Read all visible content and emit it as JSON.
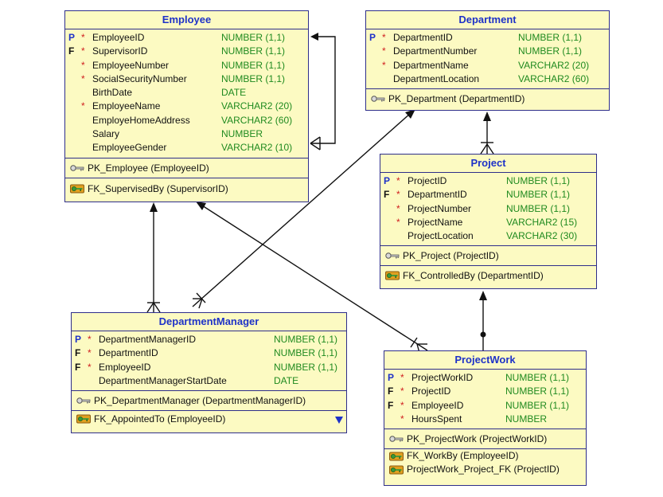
{
  "entities": {
    "employee": {
      "title": "Employee",
      "columns": [
        {
          "flag": "P",
          "star": "*",
          "name": "EmployeeID",
          "type": "NUMBER (1,1)"
        },
        {
          "flag": "F",
          "star": "*",
          "name": "SupervisorID",
          "type": "NUMBER (1,1)"
        },
        {
          "flag": "",
          "star": "*",
          "name": "EmployeeNumber",
          "type": "NUMBER (1,1)"
        },
        {
          "flag": "",
          "star": "*",
          "name": "SocialSecurityNumber",
          "type": "NUMBER (1,1)"
        },
        {
          "flag": "",
          "star": "",
          "name": "BirthDate",
          "type": "DATE"
        },
        {
          "flag": "",
          "star": "*",
          "name": "EmployeeName",
          "type": "VARCHAR2 (20)"
        },
        {
          "flag": "",
          "star": "",
          "name": "EmployeHomeAddress",
          "type": "VARCHAR2 (60)"
        },
        {
          "flag": "",
          "star": "",
          "name": "Salary",
          "type": "NUMBER"
        },
        {
          "flag": "",
          "star": "",
          "name": "EmployeeGender",
          "type": "VARCHAR2 (10)"
        }
      ],
      "pk": "PK_Employee (EmployeeID)",
      "fks": [
        "FK_SupervisedBy (SupervisorID)"
      ]
    },
    "department": {
      "title": "Department",
      "columns": [
        {
          "flag": "P",
          "star": "*",
          "name": "DepartmentID",
          "type": "NUMBER (1,1)"
        },
        {
          "flag": "",
          "star": "*",
          "name": "DepartmentNumber",
          "type": "NUMBER (1,1)"
        },
        {
          "flag": "",
          "star": "*",
          "name": "DepartmentName",
          "type": "VARCHAR2 (20)"
        },
        {
          "flag": "",
          "star": "",
          "name": "DepartmentLocation",
          "type": "VARCHAR2 (60)"
        }
      ],
      "pk": "PK_Department (DepartmentID)",
      "fks": []
    },
    "project": {
      "title": "Project",
      "columns": [
        {
          "flag": "P",
          "star": "*",
          "name": "ProjectID",
          "type": "NUMBER (1,1)"
        },
        {
          "flag": "F",
          "star": "*",
          "name": "DepartmentID",
          "type": "NUMBER (1,1)"
        },
        {
          "flag": "",
          "star": "*",
          "name": "ProjectNumber",
          "type": "NUMBER (1,1)"
        },
        {
          "flag": "",
          "star": "*",
          "name": "ProjectName",
          "type": "VARCHAR2 (15)"
        },
        {
          "flag": "",
          "star": "",
          "name": "ProjectLocation",
          "type": "VARCHAR2 (30)"
        }
      ],
      "pk": "PK_Project (ProjectID)",
      "fks": [
        "FK_ControlledBy (DepartmentID)"
      ]
    },
    "department_manager": {
      "title": "DepartmentManager",
      "columns": [
        {
          "flag": "P",
          "star": "*",
          "name": "DepartmentManagerID",
          "type": "NUMBER (1,1)"
        },
        {
          "flag": "F",
          "star": "*",
          "name": "DepartmentID",
          "type": "NUMBER (1,1)"
        },
        {
          "flag": "F",
          "star": "*",
          "name": "EmployeeID",
          "type": "NUMBER (1,1)"
        },
        {
          "flag": "",
          "star": "",
          "name": "DepartmentManagerStartDate",
          "type": "DATE"
        }
      ],
      "pk": "PK_DepartmentManager (DepartmentManagerID)",
      "fks": [
        "FK_AppointedTo (EmployeeID)"
      ]
    },
    "project_work": {
      "title": "ProjectWork",
      "columns": [
        {
          "flag": "P",
          "star": "*",
          "name": "ProjectWorkID",
          "type": "NUMBER (1,1)"
        },
        {
          "flag": "F",
          "star": "*",
          "name": "ProjectID",
          "type": "NUMBER (1,1)"
        },
        {
          "flag": "F",
          "star": "*",
          "name": "EmployeeID",
          "type": "NUMBER (1,1)"
        },
        {
          "flag": "",
          "star": "*",
          "name": "HoursSpent",
          "type": "NUMBER"
        }
      ],
      "pk": "PK_ProjectWork (ProjectWorkID)",
      "fks": [
        "FK_WorkBy (EmployeeID)",
        "ProjectWork_Project_FK (ProjectID)"
      ]
    }
  },
  "colors": {
    "box_fill": "#fcfac2",
    "border": "#2e2e8a",
    "title": "#1e32c8",
    "type": "#1f8a1f",
    "mandatory_star": "#d02020",
    "line": "#111111"
  }
}
